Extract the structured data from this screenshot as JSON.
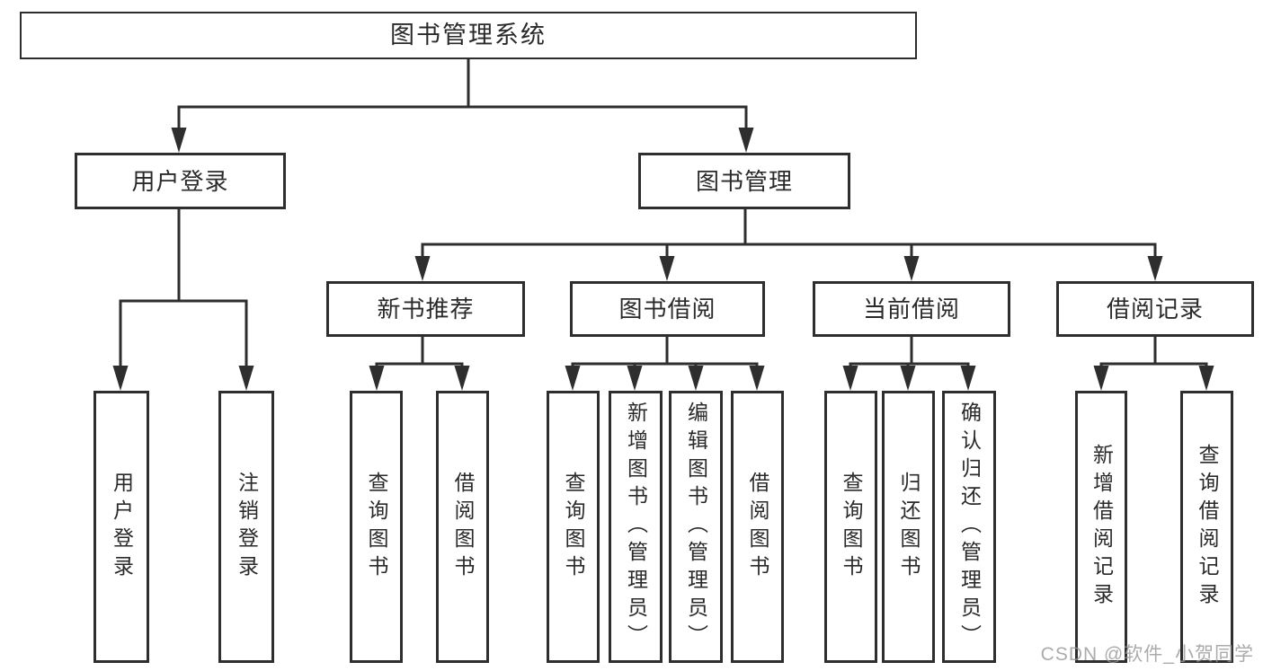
{
  "colors": {
    "background": "#ffffff",
    "line": "#2e2e2e",
    "box_border": "#2e2e2e",
    "text": "#2a2a2a",
    "watermark": "#9a9a9a"
  },
  "tree": {
    "label": "图书管理系统",
    "children": [
      {
        "label": "用户登录",
        "children": [
          {
            "label": "用户登录"
          },
          {
            "label": "注销登录"
          }
        ]
      },
      {
        "label": "图书管理",
        "children": [
          {
            "label": "新书推荐",
            "children": [
              {
                "label": "查询图书"
              },
              {
                "label": "借阅图书"
              }
            ]
          },
          {
            "label": "图书借阅",
            "children": [
              {
                "label": "查询图书"
              },
              {
                "label": "新增图书（管理员）"
              },
              {
                "label": "编辑图书（管理员）"
              },
              {
                "label": "借阅图书"
              }
            ]
          },
          {
            "label": "当前借阅",
            "children": [
              {
                "label": "查询图书"
              },
              {
                "label": "归还图书"
              },
              {
                "label": "确认归还（管理员）"
              }
            ]
          },
          {
            "label": "借阅记录",
            "children": [
              {
                "label": "新增借阅记录"
              },
              {
                "label": "查询借阅记录"
              }
            ]
          }
        ]
      }
    ]
  },
  "watermark": {
    "text": "CSDN @软件_小贺同学"
  }
}
